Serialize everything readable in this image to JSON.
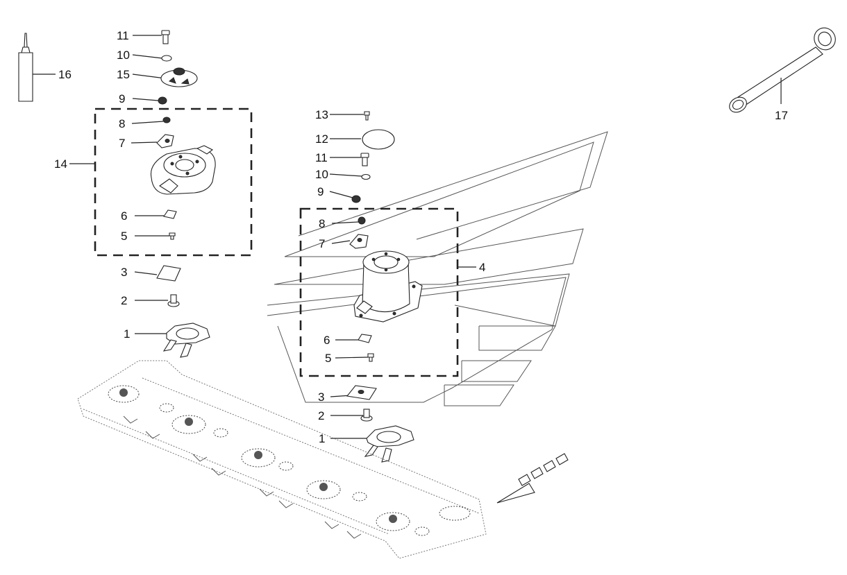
{
  "callouts": {
    "left": {
      "c11": "11",
      "c10": "10",
      "c15": "15",
      "c9": "9",
      "c8": "8",
      "c7": "7",
      "c14": "14",
      "c6": "6",
      "c5": "5",
      "c3": "3",
      "c2": "2",
      "c1": "1"
    },
    "right": {
      "c13": "13",
      "c12": "12",
      "c11": "11",
      "c10": "10",
      "c9": "9",
      "c8": "8",
      "c7": "7",
      "c4": "4",
      "c6": "6",
      "c5": "5",
      "c3": "3",
      "c2": "2",
      "c1": "1"
    },
    "tools": {
      "c16": "16",
      "c17": "17"
    }
  },
  "icons": {
    "grease_tube": "grease-tube-icon",
    "ring_spanner": "ring-spanner-icon",
    "direction_arrow": "direction-arrow-icon"
  }
}
